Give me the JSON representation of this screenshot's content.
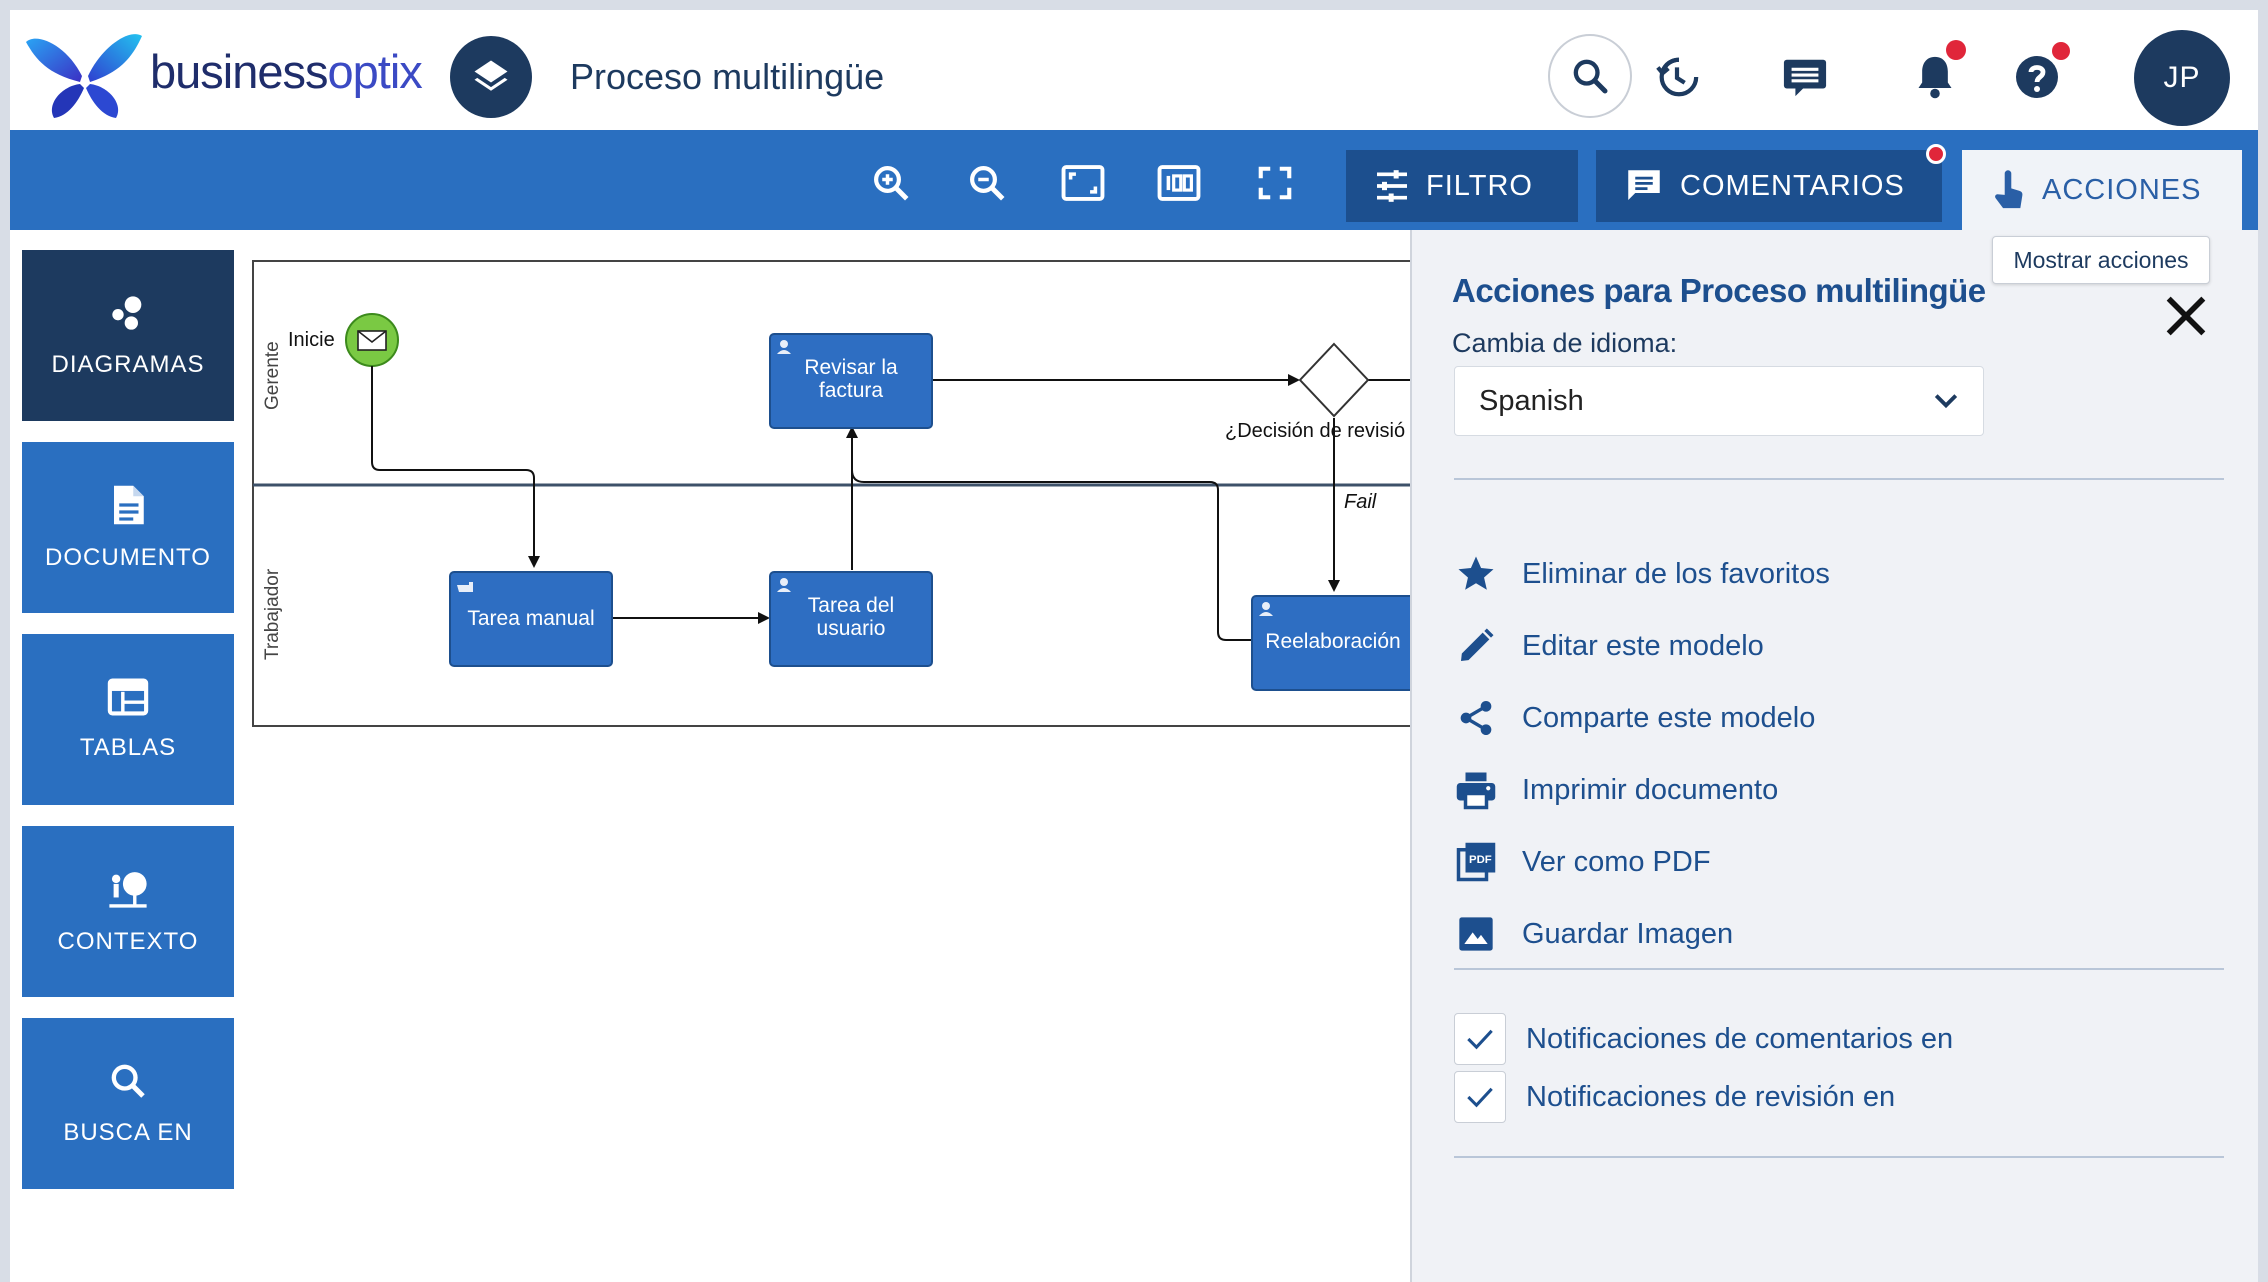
{
  "app": {
    "brand_main": "business",
    "brand_accent": "optix",
    "page_title": "Proceso multilingüe",
    "user_initials": "JP"
  },
  "header": {
    "icons": [
      "search-icon",
      "history-icon",
      "messages-icon",
      "bell-icon",
      "help-icon"
    ]
  },
  "toolbar": {
    "view_icons": [
      "zoom-in-icon",
      "zoom-out-icon",
      "fit-screen-icon",
      "actual-size-icon",
      "fullscreen-icon"
    ],
    "filter_label": "FILTRO",
    "comments_label": "COMENTARIOS",
    "actions_label": "ACCIONES",
    "actions_tooltip": "Mostrar acciones"
  },
  "sidebar": {
    "items": [
      {
        "label": "DIAGRAMAS",
        "icon": "bubbles-icon",
        "active": true
      },
      {
        "label": "DOCUMENTO",
        "icon": "document-icon",
        "active": false
      },
      {
        "label": "TABLAS",
        "icon": "table-icon",
        "active": false
      },
      {
        "label": "CONTEXTO",
        "icon": "context-icon",
        "active": false
      },
      {
        "label": "BUSCA EN",
        "icon": "search-icon",
        "active": false
      }
    ]
  },
  "diagram": {
    "lanes": [
      "Gerente",
      "Trabajador"
    ],
    "start_label": "Inicie",
    "tasks": {
      "review_line1": "Revisar la",
      "review_line2": "factura",
      "manual": "Tarea manual",
      "user_line1": "Tarea del",
      "user_line2": "usuario",
      "rework": "Reelaboración"
    },
    "gateway_label": "¿Decisión de revisió",
    "fail_label": "Fail"
  },
  "panel": {
    "title": "Acciones para Proceso multilingüe",
    "language_label": "Cambia de idioma:",
    "language_value": "Spanish",
    "actions": [
      {
        "label": "Eliminar de los favoritos",
        "icon": "star-icon"
      },
      {
        "label": "Editar este modelo",
        "icon": "pencil-icon"
      },
      {
        "label": "Comparte este modelo",
        "icon": "share-icon"
      },
      {
        "label": "Imprimir documento",
        "icon": "printer-icon"
      },
      {
        "label": "Ver como PDF",
        "icon": "pdf-icon"
      },
      {
        "label": "Guardar Imagen",
        "icon": "image-icon"
      }
    ],
    "notifications": [
      {
        "label": "Notificaciones de comentarios en",
        "checked": true
      },
      {
        "label": "Notificaciones de revisión en",
        "checked": true
      }
    ]
  },
  "colors": {
    "toolbar_blue": "#2a6fc0",
    "navy": "#1d3a5f",
    "task_blue": "#2e6ec2",
    "start_green": "#7ac943",
    "notification_red": "#e0263a"
  }
}
